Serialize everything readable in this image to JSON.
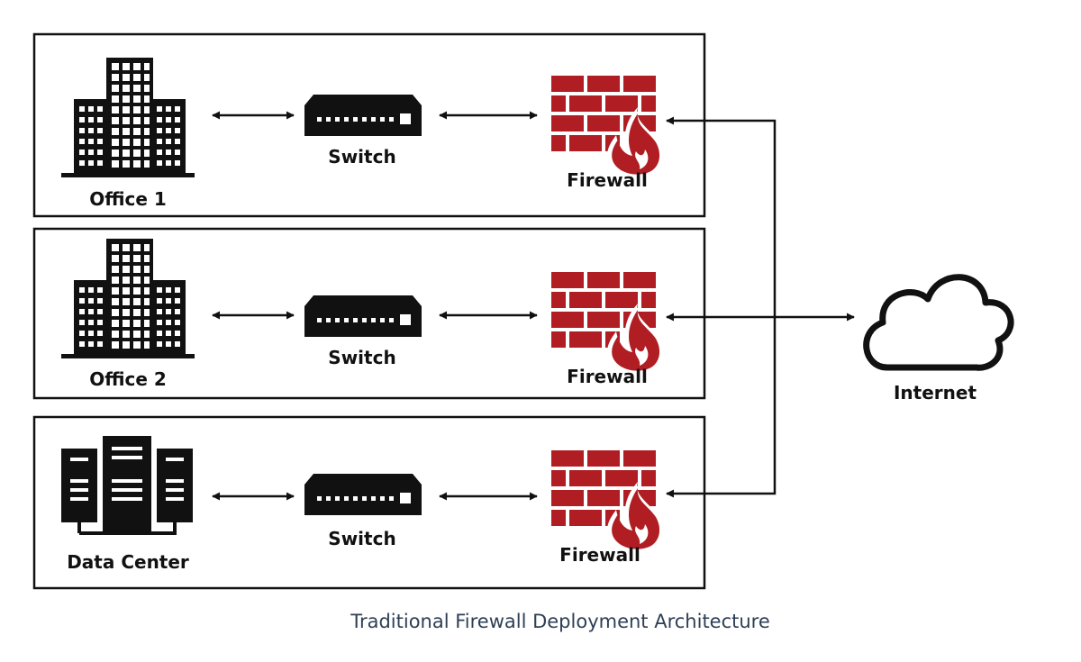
{
  "caption": "Traditional Firewall Deployment Architecture",
  "colors": {
    "firewall": "#b01e24",
    "line": "#111111",
    "caption": "#2e3f55"
  },
  "sites": [
    {
      "name": "Office 1",
      "icon": "office-building-icon",
      "switch_label": "Switch",
      "firewall_label": "Firewall"
    },
    {
      "name": "Office 2",
      "icon": "office-building-icon",
      "switch_label": "Switch",
      "firewall_label": "Firewall"
    },
    {
      "name": "Data Center",
      "icon": "server-rack-icon",
      "switch_label": "Switch",
      "firewall_label": "Firewall"
    }
  ],
  "internet": {
    "label": "Internet",
    "icon": "cloud-icon"
  }
}
